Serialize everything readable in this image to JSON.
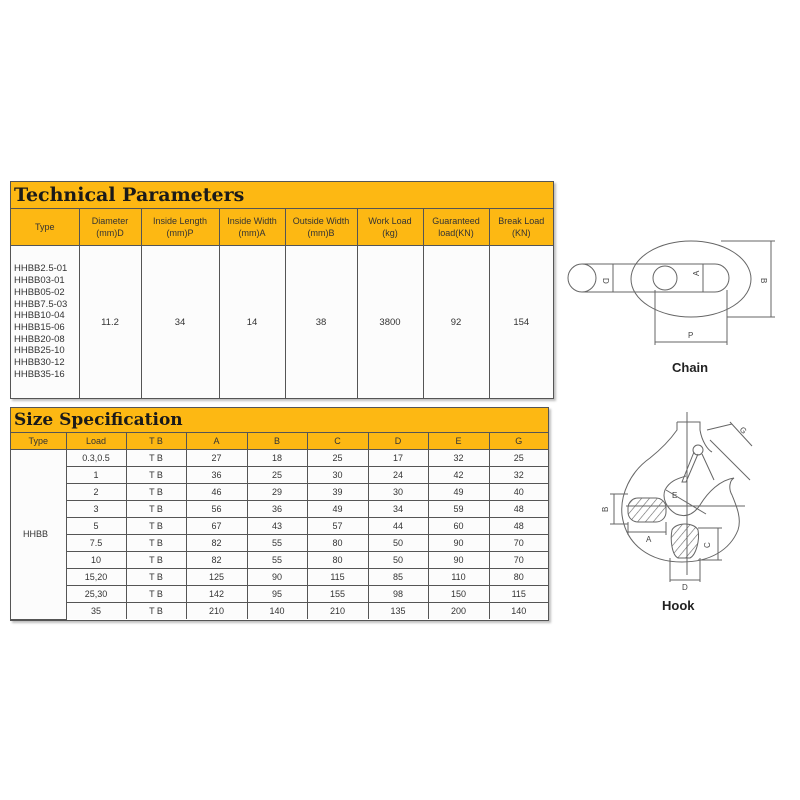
{
  "technical_parameters": {
    "title": "Technical Parameters",
    "headers": [
      [
        "Type",
        ""
      ],
      [
        "Diameter",
        "(mm)D"
      ],
      [
        "Inside Length",
        "(mm)P"
      ],
      [
        "Inside Width",
        "(mm)A"
      ],
      [
        "Outside Width",
        "(mm)B"
      ],
      [
        "Work Load",
        "(kg)"
      ],
      [
        "Guaranteed",
        "load(KN)"
      ],
      [
        "Break Load",
        "(KN)"
      ]
    ],
    "types": [
      "HHBB2.5-01",
      "HHBB03-01",
      "HHBB05-02",
      "HHBB7.5-03",
      "HHBB10-04",
      "HHBB15-06",
      "HHBB20-08",
      "HHBB25-10",
      "HHBB30-12",
      "HHBB35-16"
    ],
    "values": {
      "diameter": "11.2",
      "inside_length": "34",
      "inside_width": "14",
      "outside_width": "38",
      "work_load": "3800",
      "guaranteed_load": "92",
      "break_load": "154"
    }
  },
  "size_specification": {
    "title": "Size Specification",
    "headers": [
      "Type",
      "Load",
      "T B",
      "A",
      "B",
      "C",
      "D",
      "E",
      "G"
    ],
    "type": "HHBB",
    "rows": [
      [
        "0.3,0.5",
        "T B",
        "27",
        "18",
        "25",
        "17",
        "32",
        "25"
      ],
      [
        "1",
        "T B",
        "36",
        "25",
        "30",
        "24",
        "42",
        "32"
      ],
      [
        "2",
        "T B",
        "46",
        "29",
        "39",
        "30",
        "49",
        "40"
      ],
      [
        "3",
        "T B",
        "56",
        "36",
        "49",
        "34",
        "59",
        "48"
      ],
      [
        "5",
        "T B",
        "67",
        "43",
        "57",
        "44",
        "60",
        "48"
      ],
      [
        "7.5",
        "T B",
        "82",
        "55",
        "80",
        "50",
        "90",
        "70"
      ],
      [
        "10",
        "T B",
        "82",
        "55",
        "80",
        "50",
        "90",
        "70"
      ],
      [
        "15,20",
        "T B",
        "125",
        "90",
        "115",
        "85",
        "110",
        "80"
      ],
      [
        "25,30",
        "T B",
        "142",
        "95",
        "155",
        "98",
        "150",
        "115"
      ],
      [
        "35",
        "T B",
        "210",
        "140",
        "210",
        "135",
        "200",
        "140"
      ]
    ]
  },
  "diagrams": {
    "chain": {
      "caption": "Chain",
      "labels": {
        "d": "D",
        "a": "A",
        "b": "B",
        "p": "P"
      }
    },
    "hook": {
      "caption": "Hook",
      "labels": {
        "a": "A",
        "b": "B",
        "c": "C",
        "d": "D",
        "e": "E",
        "g": "G"
      }
    }
  },
  "colors": {
    "header_bg": "#fdb813",
    "border": "#555555",
    "cell_bg": "#fcfcfc"
  }
}
